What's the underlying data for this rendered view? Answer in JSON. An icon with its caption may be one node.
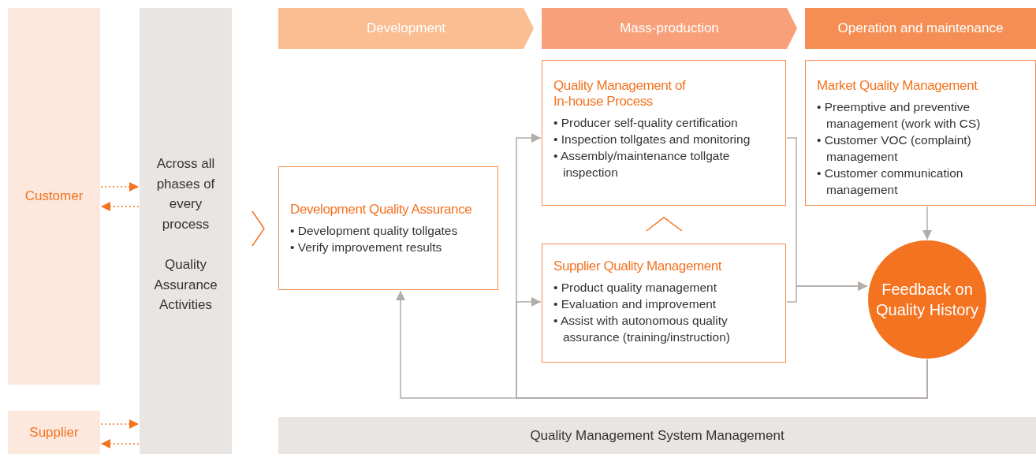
{
  "diagram": {
    "nodes": [
      {
        "text": [
          "Customer"
        ]
      },
      {
        "text": [
          "Supplier"
        ]
      },
      {
        "text": [
          "Across all phases of every process",
          "Quality Assurance Activities"
        ]
      },
      {
        "text": [
          "Development"
        ]
      },
      {
        "text": [
          "Mass-production"
        ]
      },
      {
        "text": [
          "Operation and maintenance"
        ]
      },
      {
        "text": [
          "Development Quality Assurance",
          "• Development quality tollgates",
          "• Verify improvement results"
        ]
      },
      {
        "text": [
          "Quality Management of In-house Process",
          "• Producer self-quality certification",
          "• Inspection tollgates and monitoring",
          "• Assembly/maintenance tollgate inspection"
        ]
      },
      {
        "text": [
          "Supplier Quality Management",
          "• Product quality management",
          "• Evaluation and improvement",
          "• Assist with autonomous quality assurance (training/instruction)"
        ]
      },
      {
        "text": [
          "Market Quality Management",
          "• Preemptive and preventive management (work with CS)",
          "• Customer VOC (complaint) management",
          "• Customer communication management"
        ]
      },
      {
        "text": [
          "Feedback on Quality History"
        ]
      },
      {
        "text": [
          "Quality Management System Management"
        ]
      }
    ],
    "edges": [
      {
        "from": 0,
        "to": 2,
        "arrow": "to",
        "style": "dashed",
        "color": "#f37321"
      },
      {
        "from": 2,
        "to": 0,
        "arrow": "to",
        "style": "dashed",
        "color": "#f37321"
      },
      {
        "from": 1,
        "to": 2,
        "arrow": "to",
        "style": "dashed",
        "color": "#f37321"
      },
      {
        "from": 2,
        "to": 1,
        "arrow": "to",
        "style": "dashed",
        "color": "#f37321"
      },
      {
        "from": 2,
        "to": 6,
        "arrow": "to",
        "color": "#f37321"
      },
      {
        "from": 8,
        "to": 7,
        "arrow": "to",
        "color": "#f37321"
      },
      {
        "from": 7,
        "to": 10,
        "arrow": "to",
        "color": "#b3aca8"
      },
      {
        "from": 8,
        "to": 10,
        "arrow": "to",
        "color": "#b3aca8"
      },
      {
        "from": 9,
        "to": 10,
        "arrow": "to",
        "color": "#b3aca8"
      },
      {
        "from": 10,
        "to": 6,
        "arrow": "to",
        "color": "#b3aca8"
      },
      {
        "from": 10,
        "to": 7,
        "arrow": "to",
        "color": "#b3aca8"
      },
      {
        "from": 10,
        "to": 8,
        "arrow": "to",
        "color": "#b3aca8"
      }
    ]
  }
}
